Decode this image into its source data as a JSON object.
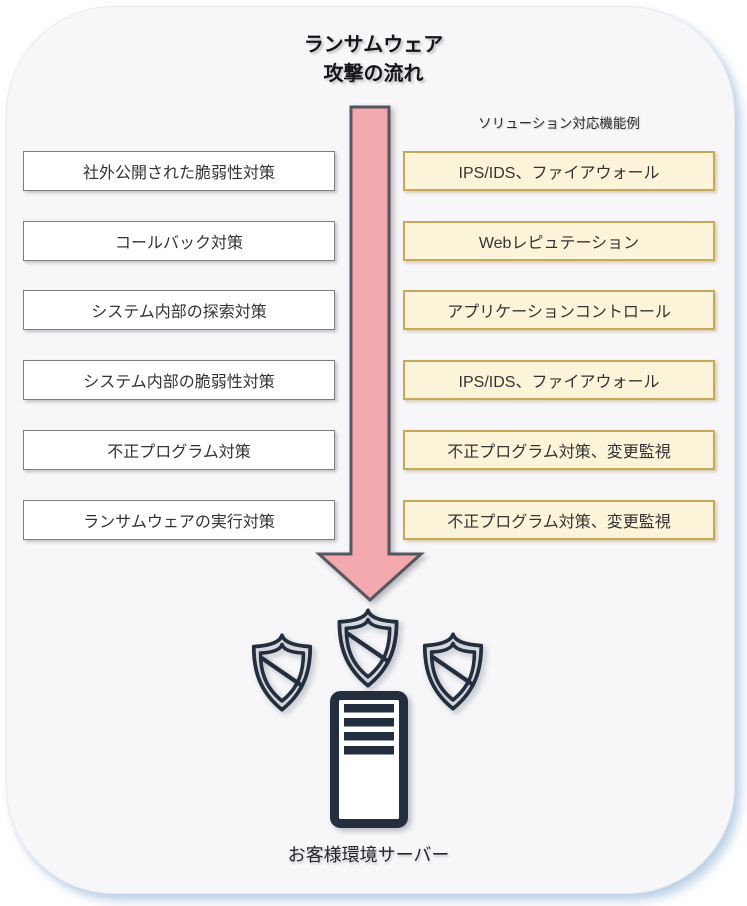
{
  "title": {
    "line1": "ランサムウェア",
    "line2": "攻撃の流れ"
  },
  "right_header": "ソリューション対応機能例",
  "rows": [
    {
      "left": "社外公開された脆弱性対策",
      "right": "IPS/IDS、ファイアウォール"
    },
    {
      "left": "コールバック対策",
      "right": "Webレピュテーション"
    },
    {
      "left": "システム内部の探索対策",
      "right": "アプリケーションコントロール"
    },
    {
      "left": "システム内部の脆弱性対策",
      "right": "IPS/IDS、ファイアウォール"
    },
    {
      "left": "不正プログラム対策",
      "right": "不正プログラム対策、変更監視"
    },
    {
      "left": "ランサムウェアの実行対策",
      "right": "不正プログラム対策、変更監視"
    }
  ],
  "footer": {
    "server_label": "お客様環境サーバー"
  },
  "icons": {
    "arrow": "down-arrow-icon",
    "shields": [
      "shield-icon",
      "shield-icon",
      "shield-icon"
    ],
    "server": "server-tower-icon"
  },
  "colors": {
    "arrow_fill": "#F2A8AD",
    "arrow_stroke": "#55575E",
    "yellow_fill": "#FCF4D8",
    "yellow_border": "#C9A85C",
    "white_box_border": "#7E7E7E",
    "icon_navy": "#232F3E",
    "frame_fill": "#F7F7F9",
    "frame_border": "#E8EAEE",
    "text_dark": "#2E2E33"
  }
}
